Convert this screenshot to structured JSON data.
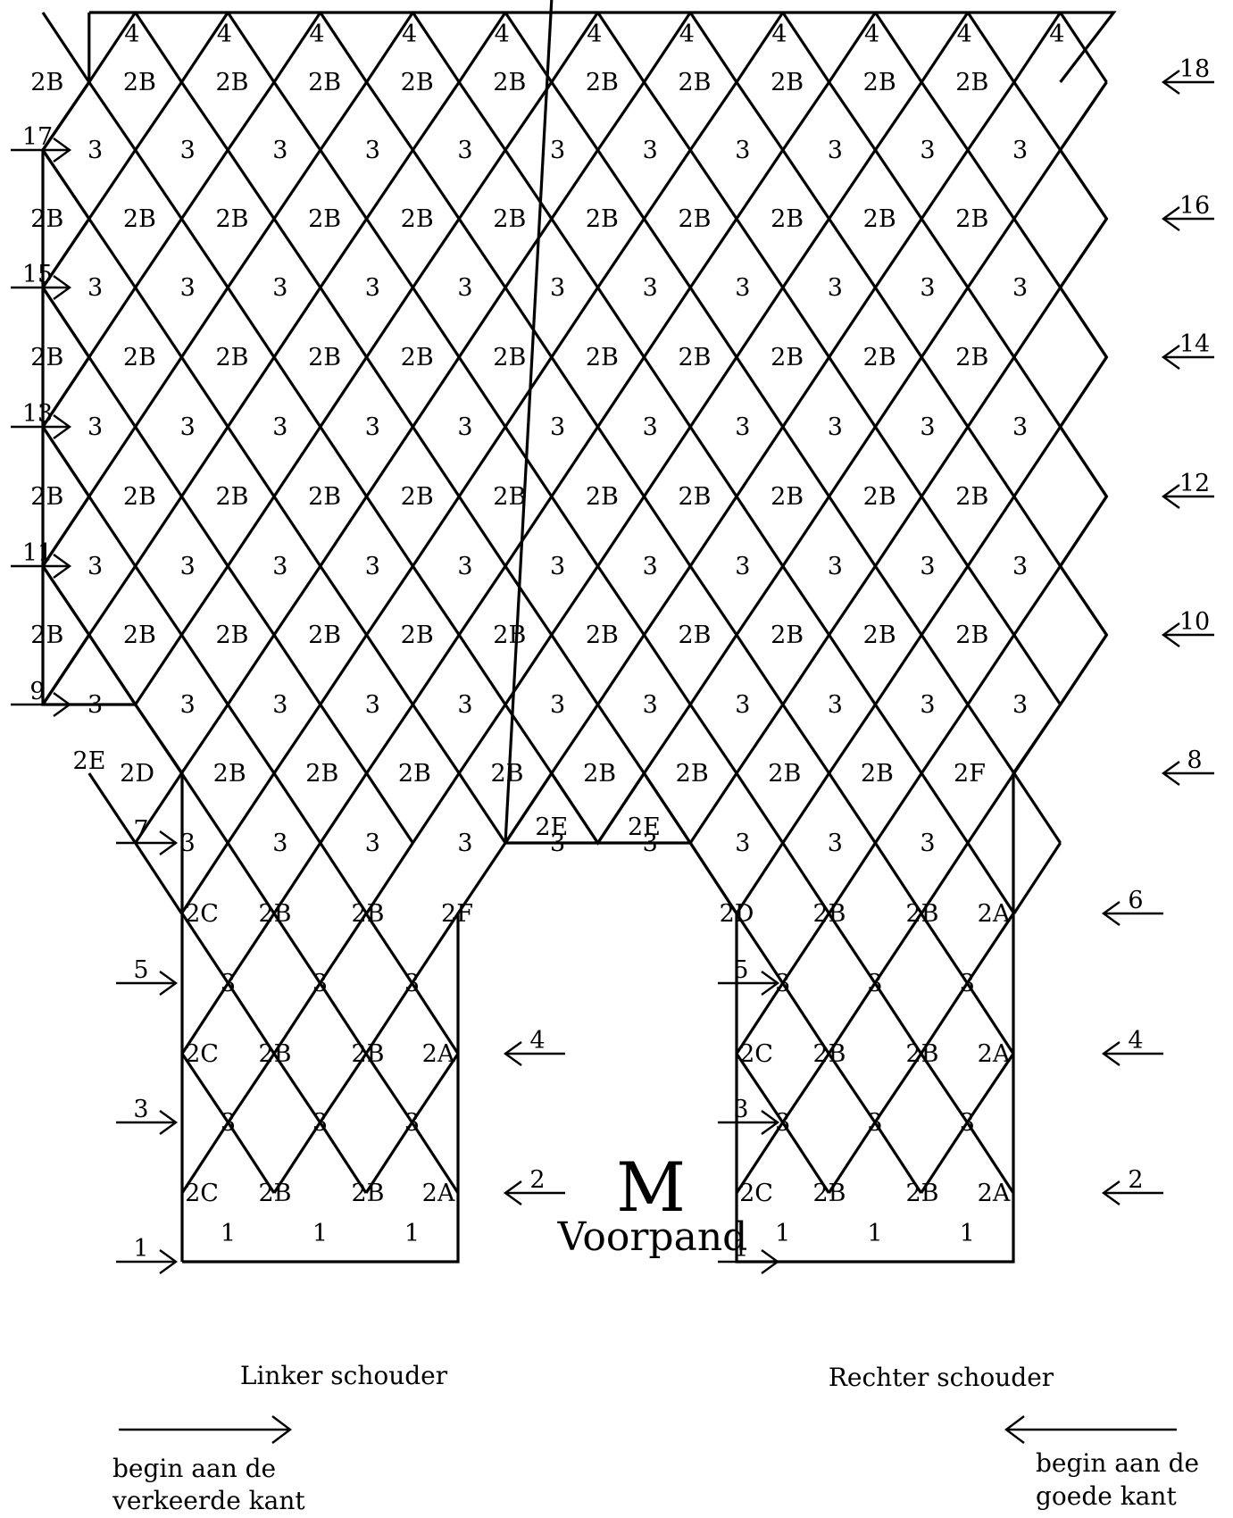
{
  "title": {
    "letter": "M",
    "name": "Voorpand"
  },
  "captions": {
    "left_shoulder": "Linker schouder",
    "right_shoulder": "Rechter schouder"
  },
  "start_notes": {
    "left": [
      "begin aan de",
      "verkeerde kant"
    ],
    "right": [
      "begin aan de",
      "goede kant"
    ]
  },
  "row_markers": {
    "left": [
      "1",
      "3",
      "5",
      "7",
      "9",
      "11",
      "13",
      "15",
      "17"
    ],
    "right": [
      "8",
      "10",
      "12",
      "14",
      "16",
      "18"
    ],
    "left_shoulder_right": [
      "2",
      "4"
    ],
    "right_shoulder_left": [
      "1",
      "3",
      "5"
    ],
    "right_shoulder_right": [
      "2",
      "4",
      "6"
    ]
  },
  "rows": [
    {
      "row": "1",
      "cells": [
        "1",
        "1",
        "1",
        "1",
        "1",
        "1"
      ]
    },
    {
      "row": "2",
      "cells": [
        "2C",
        "2B",
        "2B",
        "2A",
        "2C",
        "2B",
        "2B",
        "2A"
      ]
    },
    {
      "row": "3",
      "cells": [
        "3",
        "3",
        "3",
        "3",
        "3",
        "3"
      ]
    },
    {
      "row": "4",
      "cells": [
        "2C",
        "2B",
        "2B",
        "2A",
        "2C",
        "2B",
        "2B",
        "2A"
      ]
    },
    {
      "row": "5",
      "cells": [
        "3",
        "3",
        "3",
        "3",
        "3",
        "3"
      ]
    },
    {
      "row": "6",
      "cells": [
        "2C",
        "2B",
        "2B",
        "2F",
        "2E",
        "2E",
        "2D",
        "2B",
        "2B",
        "2A"
      ]
    },
    {
      "row": "7",
      "cells": [
        "3",
        "3",
        "3",
        "3",
        "3",
        "3",
        "3",
        "3",
        "3"
      ]
    },
    {
      "row": "8",
      "cells": [
        "2E",
        "2D",
        "2B",
        "2B",
        "2B",
        "2B",
        "2B",
        "2B",
        "2B",
        "2B",
        "2F"
      ]
    },
    {
      "row": "9",
      "cells": [
        "3",
        "3",
        "3",
        "3",
        "3",
        "3",
        "3",
        "3",
        "3",
        "3",
        "3"
      ]
    },
    {
      "row": "10",
      "cells": [
        "2B",
        "2B",
        "2B",
        "2B",
        "2B",
        "2B",
        "2B",
        "2B",
        "2B",
        "2B",
        "2B"
      ]
    },
    {
      "row": "11",
      "cells": [
        "3",
        "3",
        "3",
        "3",
        "3",
        "3",
        "3",
        "3",
        "3",
        "3",
        "3"
      ]
    },
    {
      "row": "12",
      "cells": [
        "2B",
        "2B",
        "2B",
        "2B",
        "2B",
        "2B",
        "2B",
        "2B",
        "2B",
        "2B",
        "2B"
      ]
    },
    {
      "row": "13",
      "cells": [
        "3",
        "3",
        "3",
        "3",
        "3",
        "3",
        "3",
        "3",
        "3",
        "3",
        "3"
      ]
    },
    {
      "row": "14",
      "cells": [
        "2B",
        "2B",
        "2B",
        "2B",
        "2B",
        "2B",
        "2B",
        "2B",
        "2B",
        "2B",
        "2B"
      ]
    },
    {
      "row": "15",
      "cells": [
        "3",
        "3",
        "3",
        "3",
        "3",
        "3",
        "3",
        "3",
        "3",
        "3",
        "3"
      ]
    },
    {
      "row": "16",
      "cells": [
        "2B",
        "2B",
        "2B",
        "2B",
        "2B",
        "2B",
        "2B",
        "2B",
        "2B",
        "2B",
        "2B"
      ]
    },
    {
      "row": "17",
      "cells": [
        "3",
        "3",
        "3",
        "3",
        "3",
        "3",
        "3",
        "3",
        "3",
        "3",
        "3"
      ]
    },
    {
      "row": "18",
      "cells": [
        "2B",
        "2B",
        "2B",
        "2B",
        "2B",
        "2B",
        "2B",
        "2B",
        "2B",
        "2B",
        "2B"
      ]
    },
    {
      "row": "top",
      "cells": [
        "4",
        "4",
        "4",
        "4",
        "4",
        "4",
        "4",
        "4",
        "4",
        "4",
        "4"
      ]
    }
  ]
}
